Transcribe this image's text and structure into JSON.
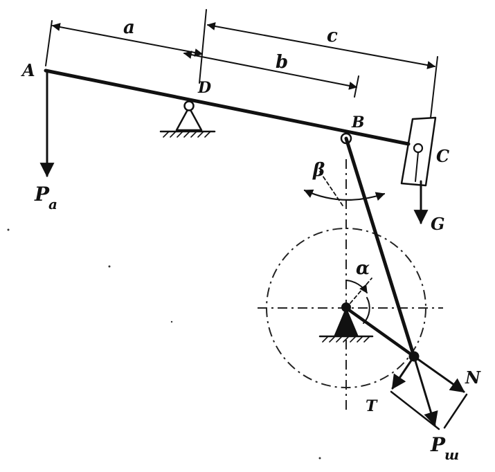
{
  "labels": {
    "a": "a",
    "b": "b",
    "c": "c",
    "A": "A",
    "D": "D",
    "B": "B",
    "C": "C",
    "beta": "β",
    "alpha": "α",
    "G": "G",
    "N": "N",
    "T": "T",
    "Pa_main": "P",
    "Pa_sub": "a",
    "Psh_main": "P",
    "Psh_sub": "ш"
  },
  "colors": {
    "ink": "#111111",
    "background": "#ffffff"
  }
}
